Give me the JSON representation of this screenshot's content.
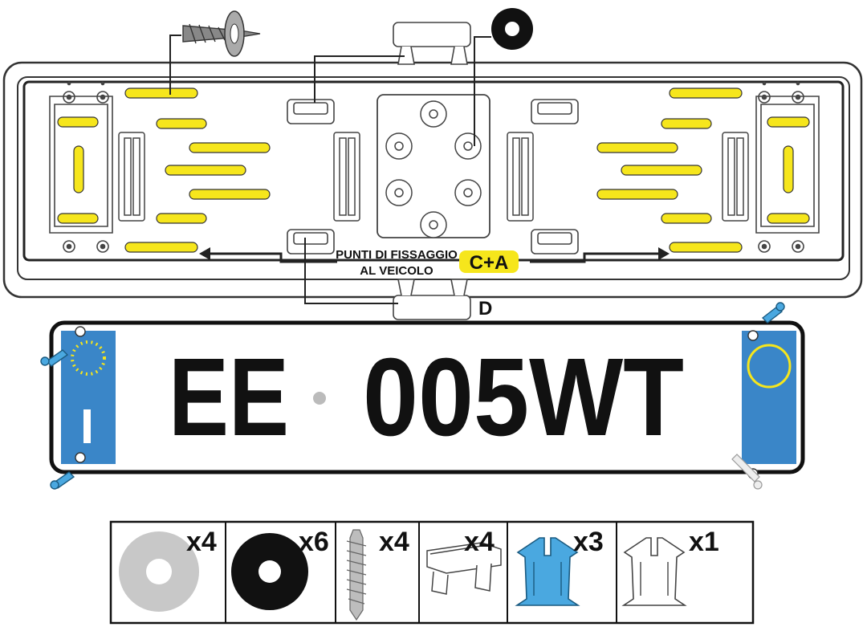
{
  "labels": {
    "mounting_points_line1": "PUNTI DI FISSAGGIO",
    "mounting_points_line2": "AL VEICOLO",
    "ca_badge": "C+A",
    "d_label": "D"
  },
  "plate": {
    "left": "EE",
    "right": "005WT",
    "country_code": "I"
  },
  "parts": [
    {
      "icon": "grey-washer-icon",
      "quantity": "x4"
    },
    {
      "icon": "black-washer-icon",
      "quantity": "x6"
    },
    {
      "icon": "screw-icon",
      "quantity": "x4"
    },
    {
      "icon": "clip-bracket-icon",
      "quantity": "x4"
    },
    {
      "icon": "blue-plug-icon",
      "quantity": "x3"
    },
    {
      "icon": "white-plug-icon",
      "quantity": "x1"
    }
  ],
  "colors": {
    "yellow": "#f6e61c",
    "blue_band": "#3a86c8",
    "outline": "#222222",
    "grey_washer": "#c8c8c8",
    "pin_blue": "#4aa8e0"
  }
}
